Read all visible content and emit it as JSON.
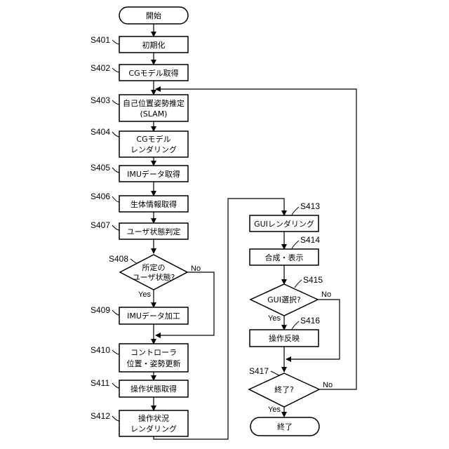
{
  "steps": {
    "start": "開始",
    "s401": {
      "id": "S401",
      "text": "初期化"
    },
    "s402": {
      "id": "S402",
      "text": "CGモデル取得"
    },
    "s403": {
      "id": "S403",
      "line1": "自己位置姿勢推定",
      "line2": "(SLAM)"
    },
    "s404": {
      "id": "S404",
      "line1": "CGモデル",
      "line2": "レンダリング"
    },
    "s405": {
      "id": "S405",
      "text": "IMUデータ取得"
    },
    "s406": {
      "id": "S406",
      "text": "生体情報取得"
    },
    "s407": {
      "id": "S407",
      "text": "ユーザ状態判定"
    },
    "s408": {
      "id": "S408",
      "line1": "所定の",
      "line2": "ユーザ状態?"
    },
    "s409": {
      "id": "S409",
      "text": "IMUデータ加工"
    },
    "s410": {
      "id": "S410",
      "line1": "コントローラ",
      "line2": "位置・姿勢更新"
    },
    "s411": {
      "id": "S411",
      "text": "操作状態取得"
    },
    "s412": {
      "id": "S412",
      "line1": "操作状況",
      "line2": "レンダリング"
    },
    "s413": {
      "id": "S413",
      "text": "GUIレンダリング"
    },
    "s414": {
      "id": "S414",
      "text": "合成・表示"
    },
    "s415": {
      "id": "S415",
      "text": "GUI選択?"
    },
    "s416": {
      "id": "S416",
      "text": "操作反映"
    },
    "s417": {
      "id": "S417",
      "text": "終了?"
    },
    "end": "終了"
  },
  "branches": {
    "yes": "Yes",
    "no": "No"
  }
}
